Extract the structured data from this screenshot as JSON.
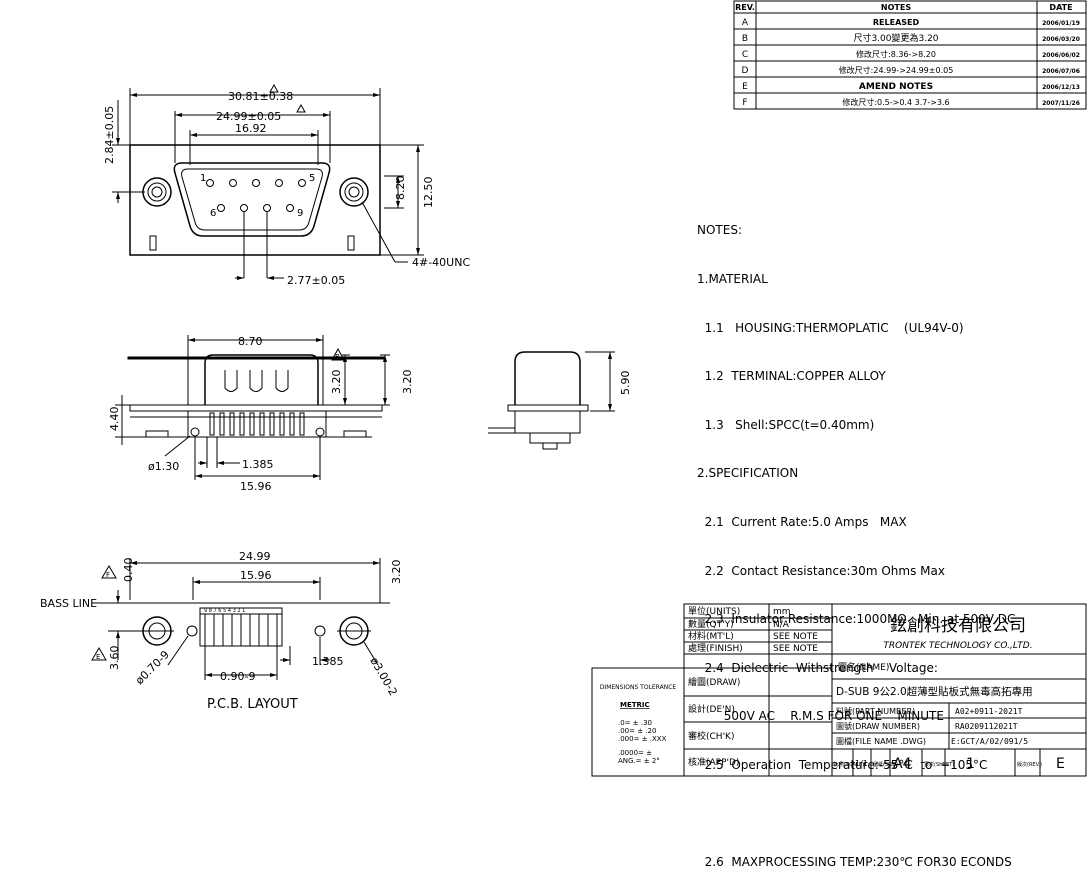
{
  "revision_table": {
    "headers": {
      "rev": "REV.",
      "notes": "NOTES",
      "date": "DATE"
    },
    "rows": [
      {
        "rev": "A",
        "note": "RELEASED",
        "date": "2006/01/19"
      },
      {
        "rev": "B",
        "note": "尺寸3.00變更為3.20",
        "date": "2006/03/20"
      },
      {
        "rev": "C",
        "note": "修改尺寸:8.36->8.20",
        "date": "2006/06/02"
      },
      {
        "rev": "D",
        "note": "修改尺寸:24.99->24.99±0.05",
        "date": "2006/07/06"
      },
      {
        "rev": "E",
        "note": "AMEND NOTES",
        "date": "2006/12/13"
      },
      {
        "rev": "F",
        "note": "修改尺寸:0.5->0.4  3.7->3.6",
        "date": "2007/11/26"
      }
    ]
  },
  "notes": {
    "heading": "NOTES:",
    "lines": [
      "1.MATERIAL",
      "  1.1   HOUSING:THERMOPLATIC    (UL94V-0)",
      "  1.2  TERMINAL:COPPER ALLOY",
      "  1.3   Shell:SPCC(t=0.40mm)",
      "2.SPECIFICATION",
      "  2.1  Current Rate:5.0 Amps   MAX",
      "  2.2  Contact Resistance:30m Ohms Max",
      "  2.3  Insulator Resistance:1000MΩ   Min. at 500V DC",
      "  2.4  Dielectric  Withstrength    Voltage:",
      "       500V AC    R.M.S FOR ONE    MINUTE",
      "  2.5  Operation  Temperature:-55°C  to  +105°C",
      "",
      "  2.6  MAXPROCESSING TEMP:230℃ FOR30 ECONDS"
    ]
  },
  "front_view": {
    "dim_overall": "30.81±0.38",
    "dim_shell": "24.99±0.05",
    "dim_top": "16.92",
    "dim_height_left": "2.84±0.05",
    "dim_h1": "8.20",
    "dim_h2": "12.50",
    "dim_pitch": "2.77±0.05",
    "screw_label": "4#-40UNC",
    "pin_labels": {
      "p1": "1",
      "p5": "5",
      "p6": "6",
      "p9": "9"
    }
  },
  "side_view": {
    "dim_top": "8.70",
    "dim_height": "3.20",
    "dim_height_b": "3.20",
    "dim_left": "4.40",
    "dim_hole": "ø1.30",
    "dim_pitch": "1.385",
    "dim_bottom": "15.96",
    "rev_marker": "B",
    "dim_end": "5.90"
  },
  "pcb_layout": {
    "bass_line": "BASS LINE",
    "dim_top": "24.99",
    "dim_inner": "15.96",
    "dim_bass": "0.40",
    "dim_right": "3.20",
    "dim_left": "3.60",
    "dim_pitch": "1.385",
    "dim_hole_small": "ø0.70-9",
    "dim_spacing": "0.90-9",
    "dim_hole_large": "ø3.00-2",
    "pin_numbers": "9 8 7 6 5 4 3 2 1",
    "title": "P.C.B. LAYOUT",
    "marker_f": "F",
    "marker_e": "E"
  },
  "tolerance_box": {
    "title": "DIMENSIONS TOLERANCE",
    "metric": "METRIC",
    "rows": [
      ".0=  ± .30",
      ".00=  ± .20",
      ".000= ± .XXX",
      ".0000= ±",
      "ANG.= ± 2°"
    ]
  },
  "title_block": {
    "units_label": "單位(UNITS)",
    "units_value": "mm",
    "qty_label": "數量(QT'Y)",
    "qty_value": "N/A",
    "material_label": "材料(MT'L)",
    "material_value": "SEE NOTE",
    "finish_label": "處理(FINISH)",
    "finish_value": "SEE NOTE",
    "company_cn": "鉉創科技有限公司",
    "company_en": "TRONTEK TECHNOLOGY CO.,LTD.",
    "name_label": "圖名(NAME)",
    "name_value": "D-SUB 9公2.0超薄型貼板式無毒高拓專用",
    "draw_label": "繪圖(DRAW)",
    "design_label": "設計(DE'N)",
    "check_label": "審校(CH'K)",
    "approve_label": "核准(APP'D)",
    "part_label": "料號(PART NUMBER)",
    "part_value": "A02+0911-2021T",
    "drawno_label": "圖號(DRAW NUMBER)",
    "drawno_value": "RA0209112021T",
    "file_label": "圖檔(FILE NAME .DWG)",
    "file_value": "E:GCT/A/02/091/5",
    "scale_label": "比例(SCALE)",
    "scale_value": "1/1",
    "size_label": "圖紙(SIZE)",
    "size_value": "A4",
    "sheet_label": "頁次(SHEET)",
    "sheet_value": "1",
    "rev_label": "版次(REV.)",
    "rev_value": "E"
  }
}
